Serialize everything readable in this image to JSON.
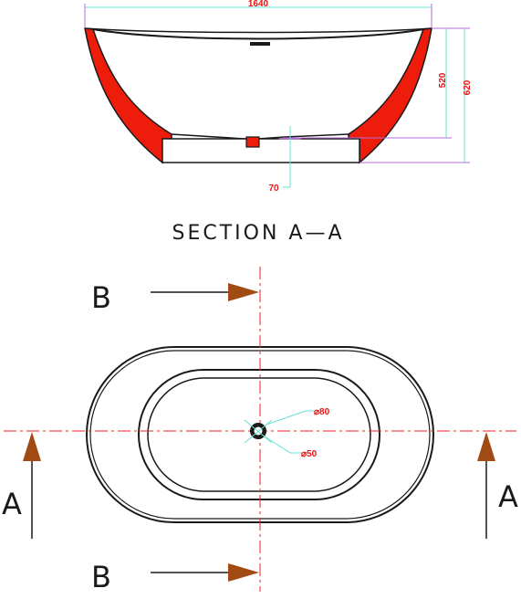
{
  "section": {
    "title": "SECTION A—A",
    "dims": {
      "width": "1640",
      "height_inner": "520",
      "height_outer": "620",
      "base_offset": "70"
    }
  },
  "plan": {
    "markers": {
      "b_top": "B",
      "b_bottom": "B",
      "a_left": "A",
      "a_right": "A"
    },
    "callouts": {
      "outer_drain": "⌀80",
      "inner_drain": "⌀50"
    }
  },
  "colors": {
    "line": "#1a1a1a",
    "wall_fill": "#ee1c0a",
    "dim_line": "#66e0d0",
    "ext_line": "#b56ad8",
    "centerline": "#ee2222",
    "arrow_fill": "#a24a14"
  }
}
